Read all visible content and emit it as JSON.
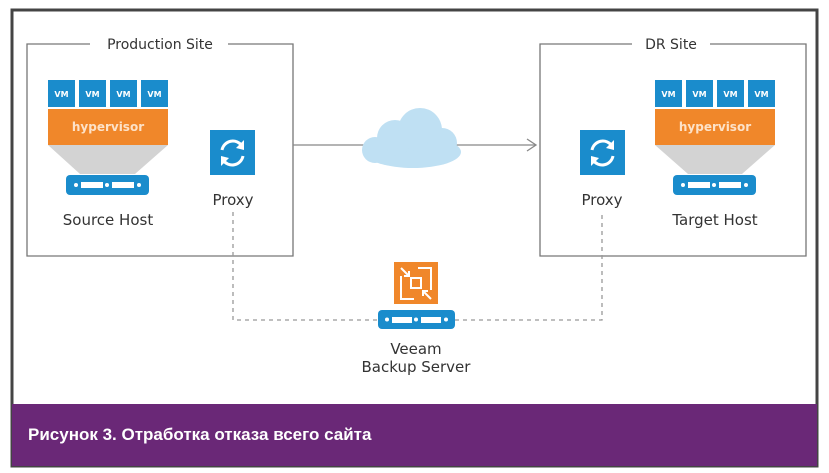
{
  "production_site": {
    "title": "Production Site",
    "vms": [
      "VM",
      "VM",
      "VM",
      "VM"
    ],
    "hypervisor": "hypervisor",
    "host": "Source Host",
    "proxy": "Proxy"
  },
  "dr_site": {
    "title": "DR Site",
    "vms": [
      "VM",
      "VM",
      "VM",
      "VM"
    ],
    "hypervisor": "hypervisor",
    "host": "Target Host",
    "proxy": "Proxy"
  },
  "backup_server": {
    "line1": "Veeam",
    "line2": "Backup Server"
  },
  "caption": "Рисунок 3. Отработка отказа всего сайта",
  "colors": {
    "blue": "#1a8ccc",
    "orange": "#f0872a",
    "purple": "#6a2877",
    "cloud": "#bfe0f3"
  }
}
